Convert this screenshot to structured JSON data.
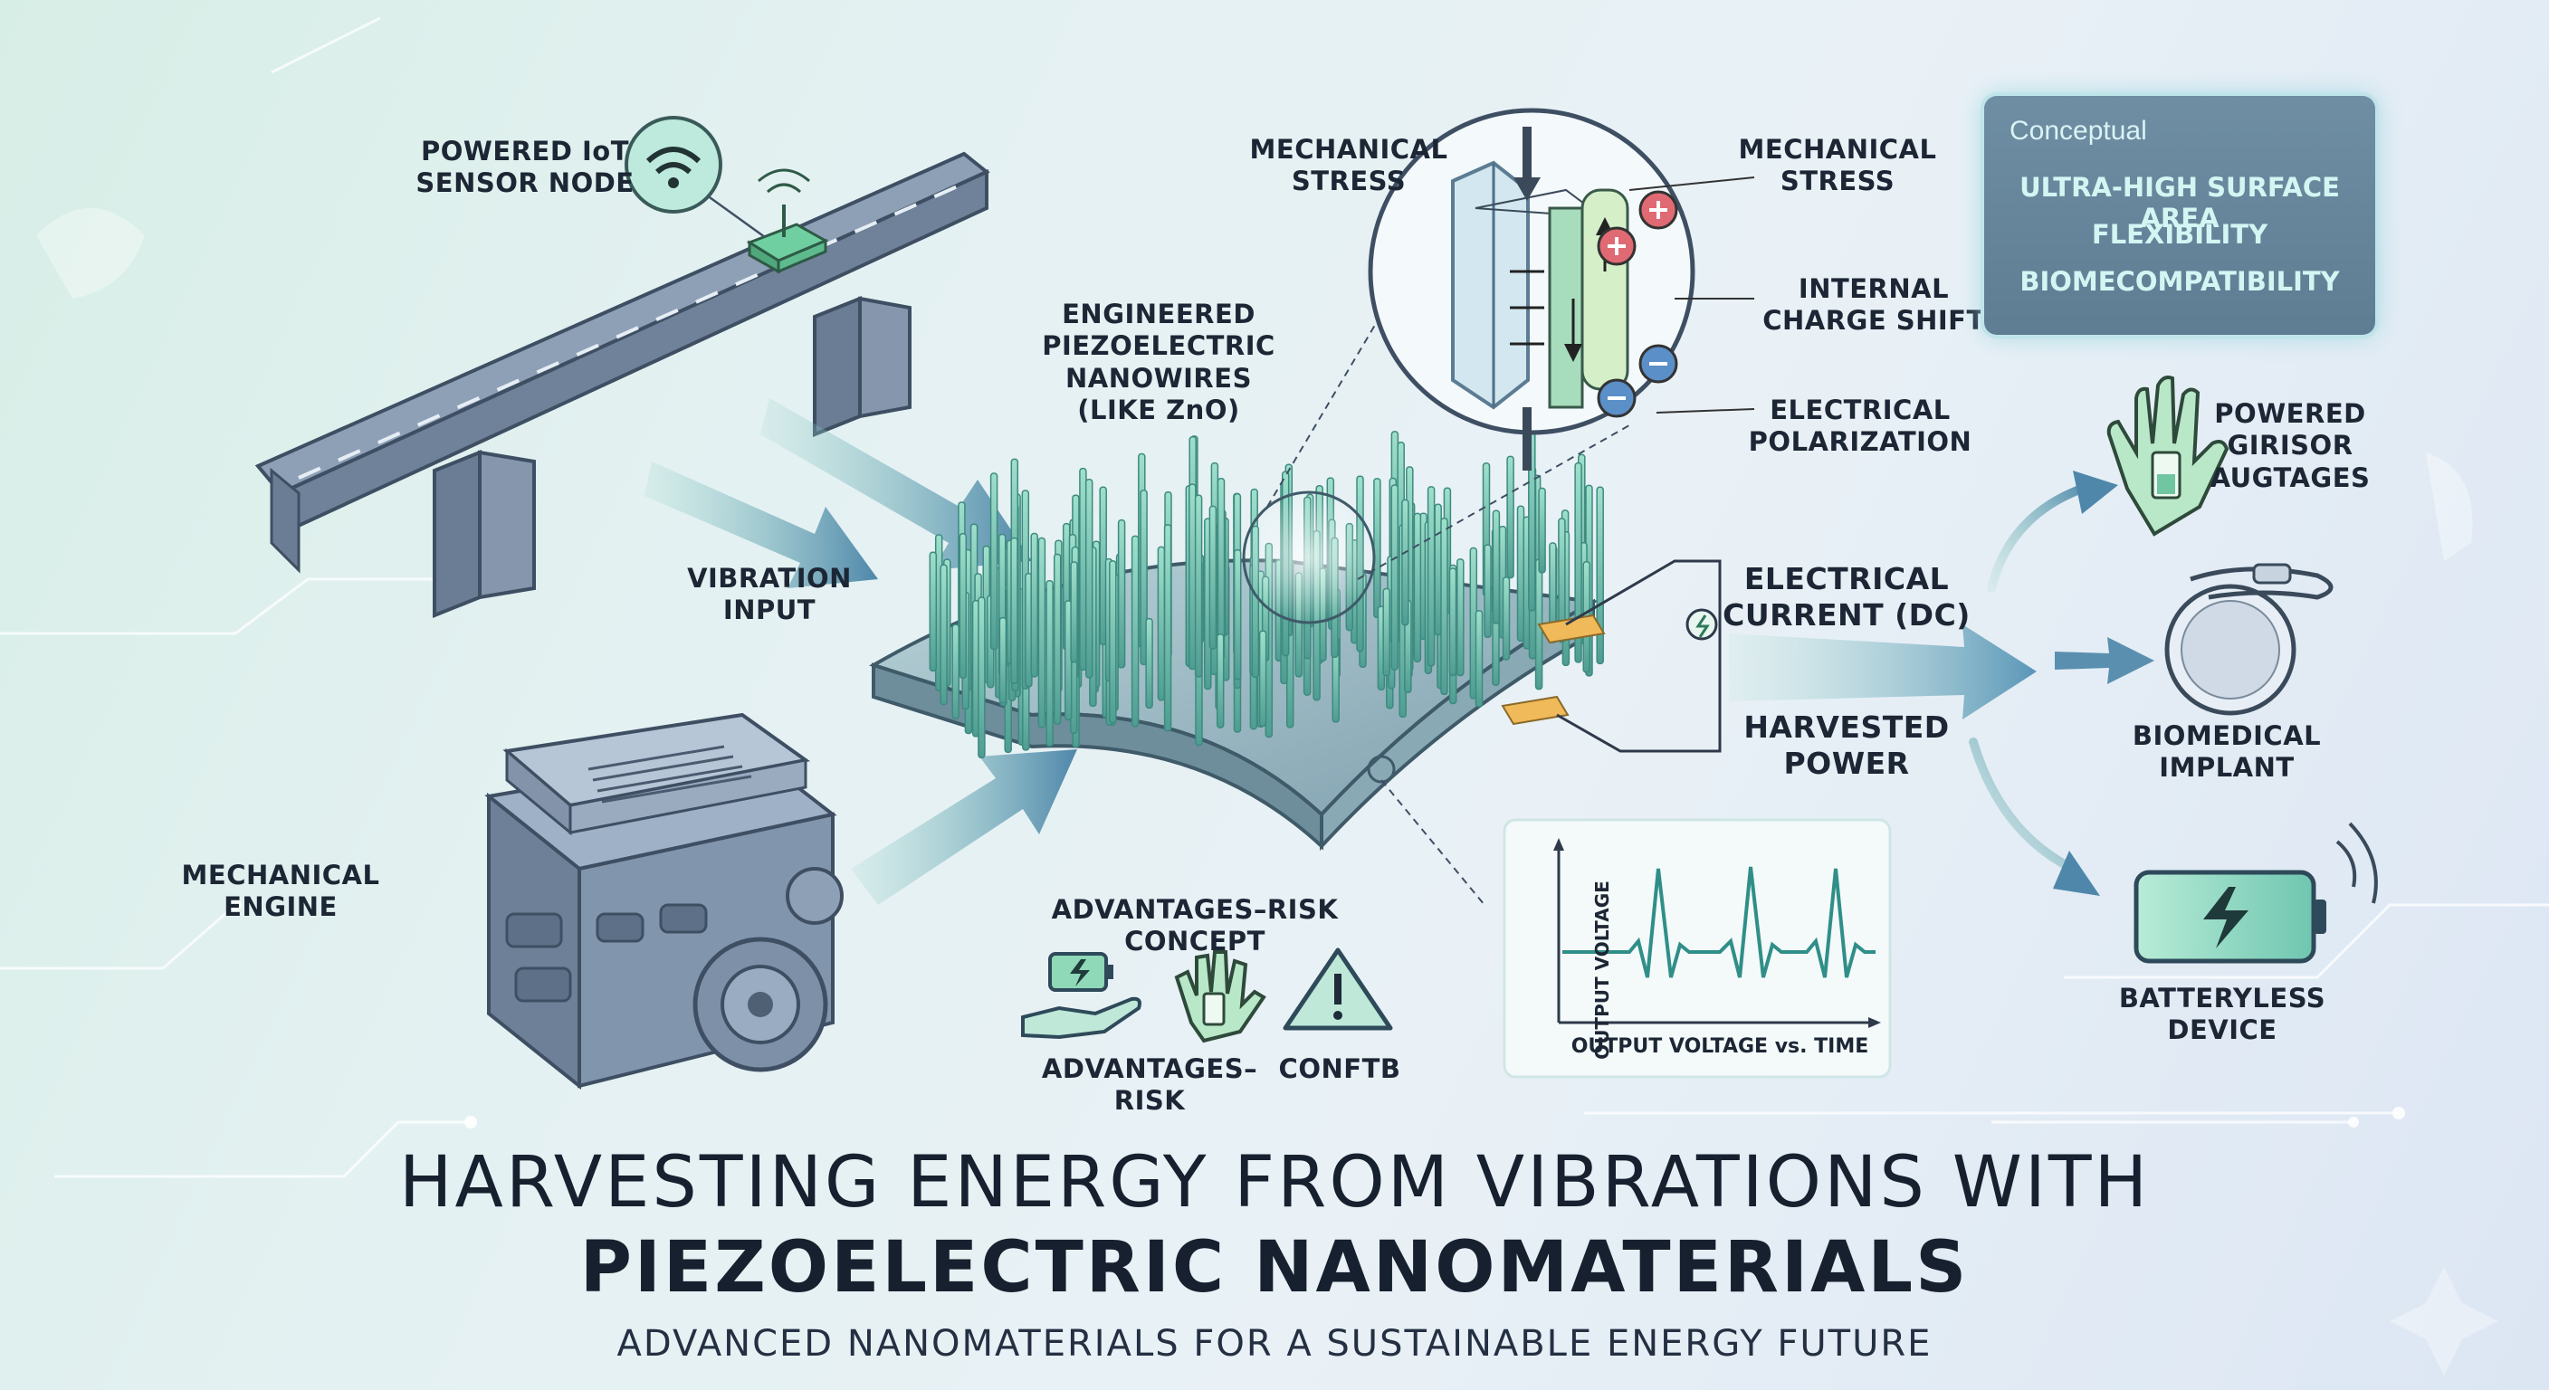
{
  "labels": {
    "sensor_node": [
      "POWERED IoT",
      "SENSOR NODE"
    ],
    "vibration_input": [
      "VIBRATION",
      "INPUT"
    ],
    "mechanical_engine": [
      "MECHANICAL",
      "ENGINE"
    ],
    "nanowires": [
      "ENGINEERED",
      "PIEZOELECTRIC",
      "NANOWIRES",
      "(LIKE ZnO)"
    ],
    "stress_left": [
      "MECHANICAL",
      "STRESS"
    ],
    "stress_right": [
      "MECHANICAL",
      "STRESS"
    ],
    "charge_shift": [
      "INTERNAL",
      "CHARGE SHIFT"
    ],
    "polarization": [
      "ELECTRICAL",
      "POLARIZATION"
    ],
    "current": [
      "ELECTRICAL",
      "CURRENT (DC)"
    ],
    "harvested": [
      "HARVESTED",
      "POWER"
    ],
    "powered_sensor": [
      "POWERED",
      "GIRISOR",
      "AUGTAGES"
    ],
    "implant": [
      "BIOMEDICAL",
      "IMPLANT"
    ],
    "batteryless": [
      "BATTERYLESS",
      "DEVICE"
    ],
    "adv_concept": "ADVANTAGES–RISK CONCEPT",
    "adv_risk": "ADVANTAGES–RISK",
    "confth": "CONFTB"
  },
  "concept_panel": {
    "title": "Conceptual",
    "items": [
      "ULTRA-HIGH SURFACE AREA",
      "FLEXIBILITY",
      "BIOMECOMPATIBILITY"
    ]
  },
  "plot": {
    "ylabel": "OUTPUT VOLTAGE",
    "xlabel": "OUTPUT VOLTAGE vs. TIME"
  },
  "title": {
    "line1": "HARVESTING ENERGY FROM VIBRATIONS WITH",
    "line2": "PIEZOELECTRIC NANOMATERIALS",
    "subtitle": "ADVANCED NANOMATERIALS FOR A SUSTAINABLE ENERGY FUTURE"
  },
  "colors": {
    "accent": "#4f8fb0",
    "teal": "#5fb8a8",
    "nanowire": "#7cc7b5",
    "metal": "#7d90a8",
    "positive": "#e06a73",
    "negative": "#5a8fc8",
    "battery": "#7fd0b0"
  }
}
